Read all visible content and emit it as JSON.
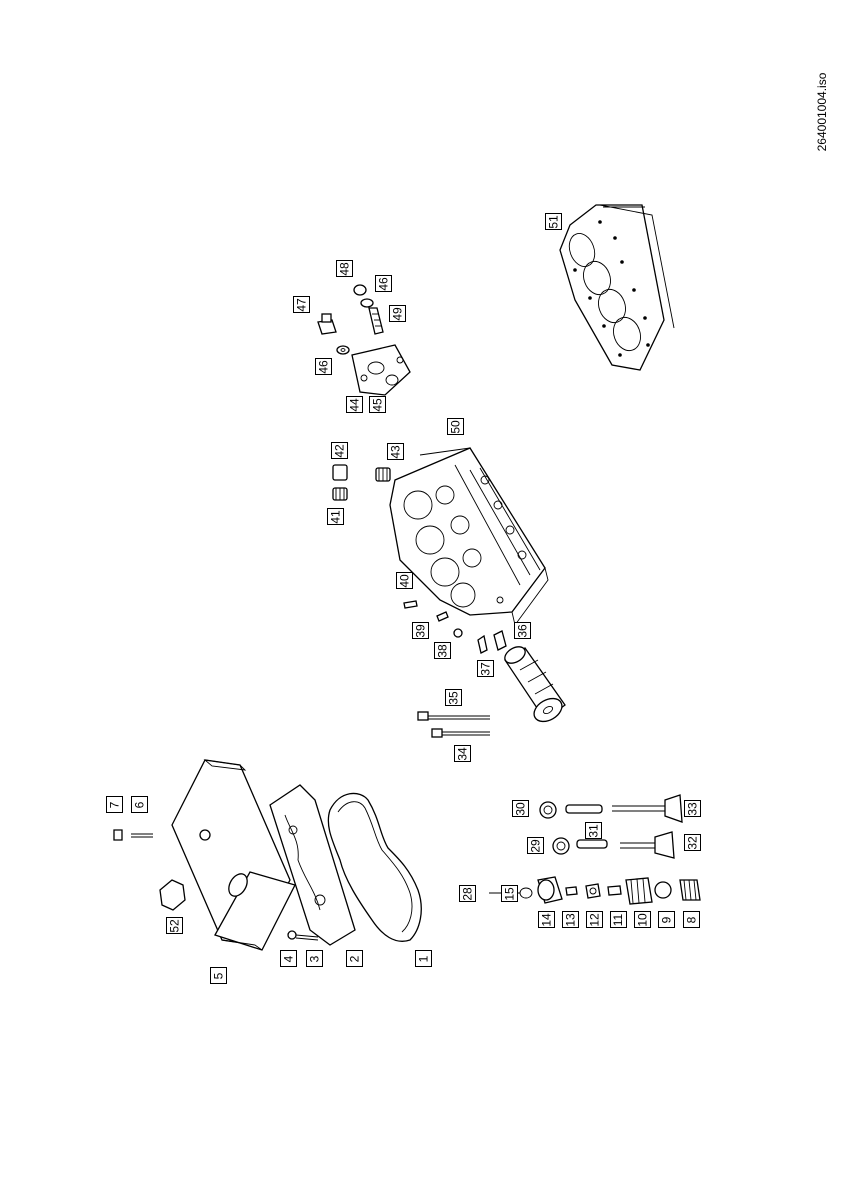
{
  "document_id": "264001004.iso",
  "callouts": [
    {
      "key": "c1",
      "label": "1"
    },
    {
      "key": "c2",
      "label": "2"
    },
    {
      "key": "c3",
      "label": "3"
    },
    {
      "key": "c4",
      "label": "4"
    },
    {
      "key": "c5",
      "label": "5"
    },
    {
      "key": "c6",
      "label": "6"
    },
    {
      "key": "c7",
      "label": "7"
    },
    {
      "key": "c8",
      "label": "8"
    },
    {
      "key": "c9",
      "label": "9"
    },
    {
      "key": "c10",
      "label": "10"
    },
    {
      "key": "c11",
      "label": "11"
    },
    {
      "key": "c12",
      "label": "12"
    },
    {
      "key": "c13",
      "label": "13"
    },
    {
      "key": "c14",
      "label": "14"
    },
    {
      "key": "c15",
      "label": "15"
    },
    {
      "key": "c28",
      "label": "28"
    },
    {
      "key": "c29",
      "label": "29"
    },
    {
      "key": "c30",
      "label": "30"
    },
    {
      "key": "c31",
      "label": "31"
    },
    {
      "key": "c32",
      "label": "32"
    },
    {
      "key": "c33",
      "label": "33"
    },
    {
      "key": "c34",
      "label": "34"
    },
    {
      "key": "c35",
      "label": "35"
    },
    {
      "key": "c36",
      "label": "36"
    },
    {
      "key": "c37",
      "label": "37"
    },
    {
      "key": "c38",
      "label": "38"
    },
    {
      "key": "c39",
      "label": "39"
    },
    {
      "key": "c40",
      "label": "40"
    },
    {
      "key": "c41",
      "label": "41"
    },
    {
      "key": "c42",
      "label": "42"
    },
    {
      "key": "c43",
      "label": "43"
    },
    {
      "key": "c44",
      "label": "44"
    },
    {
      "key": "c45",
      "label": "45"
    },
    {
      "key": "c46a",
      "label": "46"
    },
    {
      "key": "c46b",
      "label": "46"
    },
    {
      "key": "c47",
      "label": "47"
    },
    {
      "key": "c48",
      "label": "48"
    },
    {
      "key": "c49",
      "label": "49"
    },
    {
      "key": "c50",
      "label": "50"
    },
    {
      "key": "c51",
      "label": "51"
    },
    {
      "key": "c52",
      "label": "52"
    }
  ]
}
